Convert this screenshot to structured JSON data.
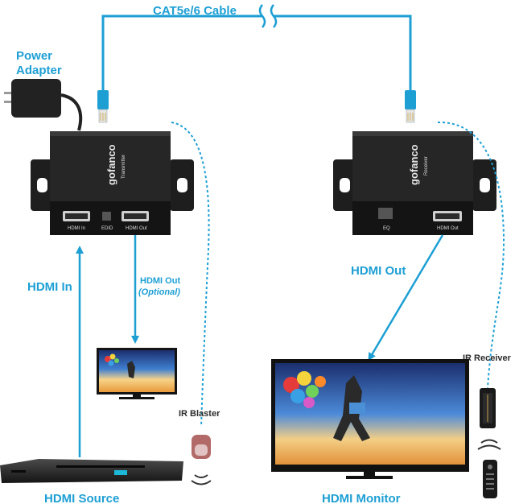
{
  "labels": {
    "cable": "CAT5e/6 Cable",
    "power_line1": "Power",
    "power_line2": "Adapter",
    "hdmi_in": "HDMI In",
    "hdmi_out_tx_line1": "HDMI Out",
    "hdmi_out_tx_line2": "(Optional)",
    "hdmi_out_rx": "HDMI Out",
    "ir_receiver": "IR Receiver",
    "ir_blaster": "IR Blaster",
    "hdmi_source": "HDMI Source",
    "hdmi_monitor": "HDMI Monitor"
  },
  "transmitter": {
    "brand": "gofanco",
    "model": "Transmitter",
    "port_in": "HDMI In",
    "port_edid": "EDID",
    "port_out": "HDMI Out"
  },
  "receiver": {
    "brand": "gofanco",
    "model": "Receiver",
    "port_eq": "EQ",
    "port_out": "HDMI Out"
  },
  "colors": {
    "accent": "#1d9fd4",
    "device": "#1e1e1e",
    "text_dark": "#2b2b2b"
  }
}
